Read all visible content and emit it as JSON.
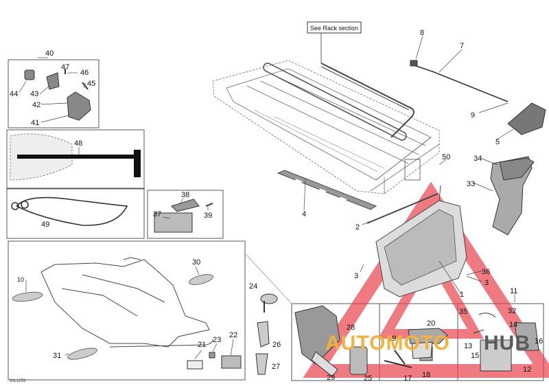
{
  "callout": "See Rack section",
  "reference_code": "31L1253",
  "watermark": {
    "left": "AUTOMOTO",
    "right": "HUB",
    "accent": "#e8424d",
    "gold": "#f3b23f",
    "gray": "#5a5a5a"
  },
  "labels": {
    "l1": "1",
    "l2": "2",
    "l3a": "3",
    "l3b": "3",
    "l4": "4",
    "l5": "5",
    "l7": "7",
    "l8": "8",
    "l9": "9",
    "l10": "10",
    "l11": "11",
    "l12": "12",
    "l13": "13",
    "l14": "14",
    "l15": "15",
    "l16": "16",
    "l17": "17",
    "l18": "18",
    "l19": "19",
    "l20": "20",
    "l21": "21",
    "l22": "22",
    "l23": "23",
    "l24": "24",
    "l25": "25",
    "l26": "26",
    "l27": "27",
    "l28": "28",
    "l29": "29",
    "l30": "30",
    "l31": "31",
    "l32": "32",
    "l33": "33",
    "l34": "34",
    "l35": "35",
    "l36": "36",
    "l37": "37",
    "l38": "38",
    "l39": "39",
    "l40": "40",
    "l41": "41",
    "l42": "42",
    "l43": "43",
    "l44": "44",
    "l45": "45",
    "l46": "46",
    "l47": "47",
    "l48": "48",
    "l49": "49",
    "l50": "50"
  }
}
